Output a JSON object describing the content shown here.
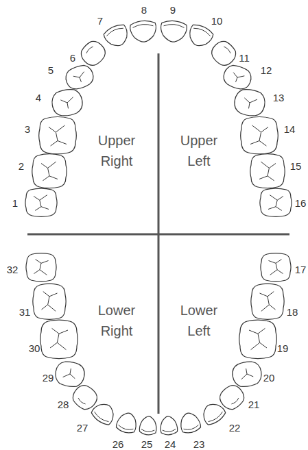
{
  "diagram": {
    "labels": [
      "1",
      "2",
      "3",
      "4",
      "5",
      "6",
      "7",
      "8",
      "9",
      "10",
      "11",
      "12",
      "13",
      "14",
      "15",
      "16",
      "17",
      "18",
      "19",
      "20",
      "21",
      "22",
      "23",
      "24",
      "25",
      "26",
      "27",
      "28",
      "29",
      "30",
      "31",
      "32",
      "Upper Right",
      "Upper Left",
      "Lower Right",
      "Lower Left"
    ]
  }
}
